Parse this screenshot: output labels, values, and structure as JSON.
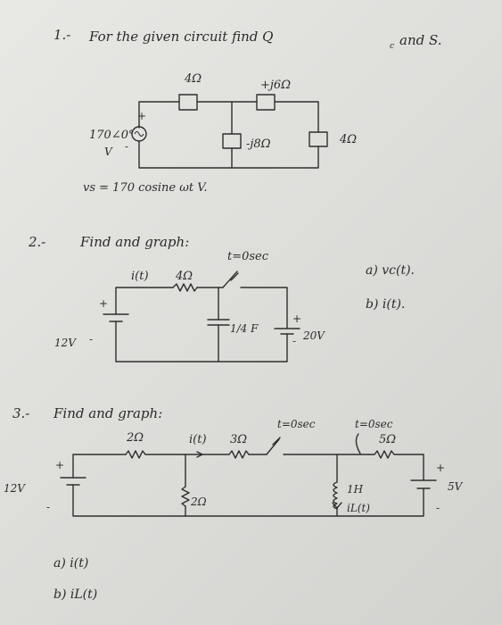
{
  "problem1": {
    "number": "1.-",
    "statement": "For the given circuit find Q",
    "statement_sub": "c",
    "statement_end": "and S.",
    "r1": "4Ω",
    "xl": "+j6Ω",
    "xc": "-j8Ω",
    "r2": "4Ω",
    "source_mag": "170∠0°",
    "source_unit": "V",
    "source_plus": "+",
    "source_minus": "-",
    "equation": "vs = 170 cosine ωt V."
  },
  "problem2": {
    "number": "2.-",
    "statement": "Find and graph:",
    "current": "i(t)",
    "resistor": "4Ω",
    "switch": "t=0sec",
    "battery_left": "12V",
    "capacitor": "1/4 F",
    "battery_right": "20V",
    "plus": "+",
    "minus": "-",
    "part_a": "a) vc(t).",
    "part_b": "b) i(t)."
  },
  "problem3": {
    "number": "3.-",
    "statement": "Find and graph:",
    "r1": "2Ω",
    "current": "i(t)",
    "r2": "3Ω",
    "r3": "2Ω",
    "switch1": "t=0sec",
    "switch2": "t=0sec",
    "r4": "5Ω",
    "inductor": "1H",
    "inductor_current": "iL(t)",
    "battery_left": "12V",
    "battery_right": "5V",
    "plus": "+",
    "minus": "-",
    "part_a": "a) i(t)",
    "part_b": "b) iL(t)"
  }
}
